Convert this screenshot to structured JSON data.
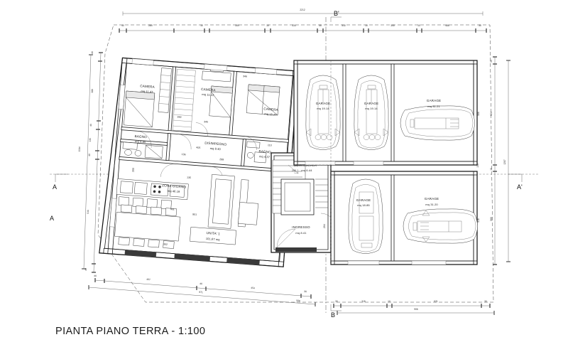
{
  "drawing": {
    "title": "PIANTA PIANO TERRA - 1:100",
    "scale": "1:100",
    "sheet_bg": "#ffffff",
    "line_color": "#1a1a1a"
  },
  "section_markers": [
    {
      "name": "marker-a-top",
      "label": "A"
    },
    {
      "name": "marker-a-bottom",
      "label": "A"
    },
    {
      "name": "marker-a-prime",
      "label": "A'"
    },
    {
      "name": "marker-b-prime",
      "label": "B'"
    },
    {
      "name": "marker-b",
      "label": "B"
    }
  ],
  "rooms": [
    {
      "name": "camera-1",
      "label": "CAMERA",
      "area": "mq 11.47"
    },
    {
      "name": "camera-2",
      "label": "CAMERA",
      "area": "mq 11.12"
    },
    {
      "name": "camera-3",
      "label": "CAMERA",
      "area": "mq 15.27"
    },
    {
      "name": "bagno-1",
      "label": "BAGNO",
      "area": "mq 4.85"
    },
    {
      "name": "bagno-2",
      "label": "BAGNO",
      "area": "mq 4.37"
    },
    {
      "name": "disimpegno",
      "label": "DISIMPEGNO",
      "area": "mq   8.40",
      "prefix": "405"
    },
    {
      "name": "zona-giorno",
      "label": "ZONA GIORNO",
      "area": "mq 46.19"
    },
    {
      "name": "ingresso",
      "label": "INGRESSO",
      "area": "mq   8.41"
    },
    {
      "name": "sottoscala",
      "label": "SOTTOSCALA",
      "area": "mq  6.44",
      "prefix": "290"
    },
    {
      "name": "garage-1",
      "label": "GARAGE",
      "area": "mq 19.14"
    },
    {
      "name": "garage-2",
      "label": "GARAGE",
      "area": "mq 19.14"
    },
    {
      "name": "garage-3",
      "label": "GARAGE",
      "area": "mq 31.21"
    },
    {
      "name": "garage-4",
      "label": "GARAGE",
      "area": "mq 18.85"
    },
    {
      "name": "garage-5",
      "label": "GARAGE",
      "area": "mq 31.20"
    }
  ],
  "unit_tag": {
    "label": "UNITA' 1",
    "area": "101,67 mq"
  },
  "dimensions": {
    "top_overall": "2212",
    "top_chain": [
      "40",
      "289",
      "10",
      "359",
      "10",
      "334",
      "30",
      "310",
      "10",
      "300",
      "10",
      "486",
      "30"
    ],
    "left_overall": "1194",
    "left_chain": [
      "40",
      "389",
      "40",
      "135",
      "40",
      "516",
      "40"
    ],
    "right_overall": "1287",
    "right_chain": [
      "30",
      "624",
      "15",
      "568"
    ],
    "bottom_left_overall": "971",
    "bottom_left_chain": [
      "40",
      "407",
      "40",
      "454",
      "30"
    ],
    "bottom_right_overall": "906",
    "bottom_right_chain": [
      "508",
      "30",
      "315",
      "10",
      "521",
      "30"
    ],
    "inner_notes": [
      "346",
      "345",
      "349",
      "299",
      "110",
      "136",
      "135",
      "302",
      "301",
      "901",
      "280",
      "516",
      "588",
      "518",
      "204",
      "295",
      "266",
      "190"
    ]
  }
}
